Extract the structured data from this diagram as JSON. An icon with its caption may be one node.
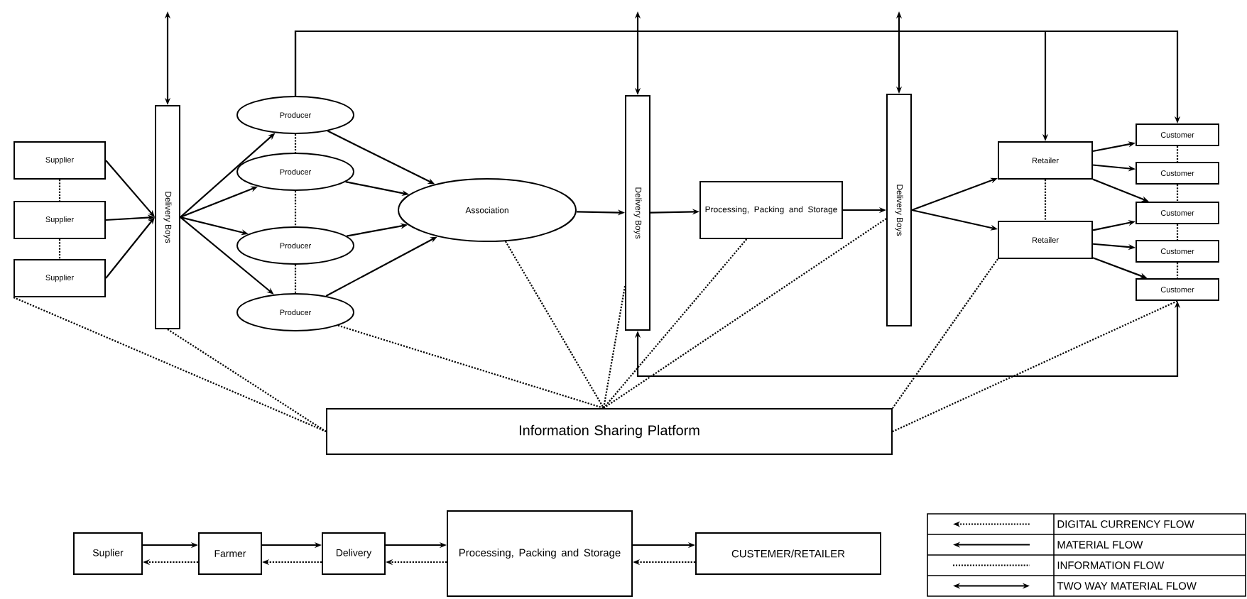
{
  "diagram": {
    "nodes": [
      {
        "text": [
          "Supplier"
        ]
      },
      {
        "text": [
          "Supplier"
        ]
      },
      {
        "text": [
          "Supplier"
        ]
      },
      {
        "text": [
          "Delivery Boys"
        ]
      },
      {
        "text": [
          "Producer"
        ]
      },
      {
        "text": [
          "Producer"
        ]
      },
      {
        "text": [
          "Producer"
        ]
      },
      {
        "text": [
          "Producer"
        ]
      },
      {
        "text": [
          "Association"
        ]
      },
      {
        "text": [
          "Delivery Boys"
        ]
      },
      {
        "text": [
          "Processing, Packing and Storage"
        ]
      },
      {
        "text": [
          "Delivery Boys"
        ]
      },
      {
        "text": [
          "Retailer"
        ]
      },
      {
        "text": [
          "Retailer"
        ]
      },
      {
        "text": [
          "Customer"
        ]
      },
      {
        "text": [
          "Customer"
        ]
      },
      {
        "text": [
          "Customer"
        ]
      },
      {
        "text": [
          "Customer"
        ]
      },
      {
        "text": [
          "Customer"
        ]
      },
      {
        "text": [
          "Information Sharing Platform"
        ]
      },
      {
        "text": [
          "Suplier"
        ]
      },
      {
        "text": [
          "Farmer"
        ]
      },
      {
        "text": [
          "Delivery"
        ]
      },
      {
        "text": [
          "Processing, Packing and Storage"
        ]
      },
      {
        "text": [
          "CUSTEMER/RETAILER"
        ]
      }
    ],
    "edges": [
      {
        "from": 0,
        "to": 3,
        "arrow": "to"
      },
      {
        "from": 1,
        "to": 3,
        "arrow": "to"
      },
      {
        "from": 2,
        "to": 3,
        "arrow": "to"
      },
      {
        "from": null,
        "to": 3,
        "arrow": "both"
      },
      {
        "from": null,
        "to": 9,
        "arrow": "both"
      },
      {
        "from": null,
        "to": 11,
        "arrow": "both"
      },
      {
        "from": 3,
        "to": 4,
        "arrow": "to"
      },
      {
        "from": 3,
        "to": 5,
        "arrow": "to"
      },
      {
        "from": 3,
        "to": 6,
        "arrow": "to"
      },
      {
        "from": 3,
        "to": 7,
        "arrow": "to"
      },
      {
        "from": 4,
        "to": 8,
        "arrow": "to"
      },
      {
        "from": 5,
        "to": 8,
        "arrow": "to"
      },
      {
        "from": 6,
        "to": 8,
        "arrow": "to"
      },
      {
        "from": 7,
        "to": 8,
        "arrow": "to"
      },
      {
        "from": 8,
        "to": 9,
        "arrow": "to"
      },
      {
        "from": 9,
        "to": 10,
        "arrow": "to"
      },
      {
        "from": 10,
        "to": 11,
        "arrow": "to"
      },
      {
        "from": 11,
        "to": 12,
        "arrow": "to"
      },
      {
        "from": 11,
        "to": 13,
        "arrow": "to"
      },
      {
        "from": 12,
        "to": 14,
        "arrow": "to"
      },
      {
        "from": 12,
        "to": 15,
        "arrow": "to"
      },
      {
        "from": 12,
        "to": 16,
        "arrow": "to"
      },
      {
        "from": 13,
        "to": 16,
        "arrow": "to"
      },
      {
        "from": 13,
        "to": 17,
        "arrow": "to"
      },
      {
        "from": 13,
        "to": 18,
        "arrow": "to"
      },
      {
        "from": 4,
        "to": 12,
        "arrow": "to"
      },
      {
        "from": 4,
        "to": 14,
        "arrow": "to"
      },
      {
        "from": 9,
        "to": 18,
        "arrow": "both"
      },
      {
        "from": 0,
        "to": 1,
        "arrow": "none",
        "style": "dashed"
      },
      {
        "from": 1,
        "to": 2,
        "arrow": "none",
        "style": "dashed"
      },
      {
        "from": 4,
        "to": 5,
        "arrow": "none",
        "style": "dashed"
      },
      {
        "from": 5,
        "to": 6,
        "arrow": "none",
        "style": "dashed"
      },
      {
        "from": 6,
        "to": 7,
        "arrow": "none",
        "style": "dashed"
      },
      {
        "from": 12,
        "to": 13,
        "arrow": "none",
        "style": "dashed"
      },
      {
        "from": 14,
        "to": 15,
        "arrow": "none",
        "style": "dashed"
      },
      {
        "from": 15,
        "to": 16,
        "arrow": "none",
        "style": "dashed"
      },
      {
        "from": 16,
        "to": 17,
        "arrow": "none",
        "style": "dashed"
      },
      {
        "from": 17,
        "to": 18,
        "arrow": "none",
        "style": "dashed"
      },
      {
        "from": 2,
        "to": 19,
        "arrow": "none",
        "style": "dashed"
      },
      {
        "from": 3,
        "to": 19,
        "arrow": "none",
        "style": "dashed"
      },
      {
        "from": 7,
        "to": 19,
        "arrow": "none",
        "style": "dashed"
      },
      {
        "from": 8,
        "to": 19,
        "arrow": "none",
        "style": "dashed"
      },
      {
        "from": 9,
        "to": 19,
        "arrow": "none",
        "style": "dashed"
      },
      {
        "from": 10,
        "to": 19,
        "arrow": "none",
        "style": "dashed"
      },
      {
        "from": 11,
        "to": 19,
        "arrow": "none",
        "style": "dashed"
      },
      {
        "from": 13,
        "to": 19,
        "arrow": "none",
        "style": "dashed"
      },
      {
        "from": 18,
        "to": 19,
        "arrow": "none",
        "style": "dashed"
      },
      {
        "from": 20,
        "to": 21,
        "arrow": "to"
      },
      {
        "from": 21,
        "to": 20,
        "arrow": "to",
        "style": "dashed"
      },
      {
        "from": 21,
        "to": 22,
        "arrow": "to"
      },
      {
        "from": 22,
        "to": 21,
        "arrow": "to",
        "style": "dashed"
      },
      {
        "from": 22,
        "to": 23,
        "arrow": "to"
      },
      {
        "from": 23,
        "to": 22,
        "arrow": "to",
        "style": "dashed"
      },
      {
        "from": 23,
        "to": 24,
        "arrow": "to"
      },
      {
        "from": 24,
        "to": 23,
        "arrow": "to",
        "style": "dashed"
      }
    ],
    "legend": [
      {
        "text": "DIGITAL CURRENCY FLOW"
      },
      {
        "text": "MATERIAL FLOW"
      },
      {
        "text": "INFORMATION FLOW"
      },
      {
        "text": "TWO WAY MATERIAL FLOW"
      }
    ]
  }
}
